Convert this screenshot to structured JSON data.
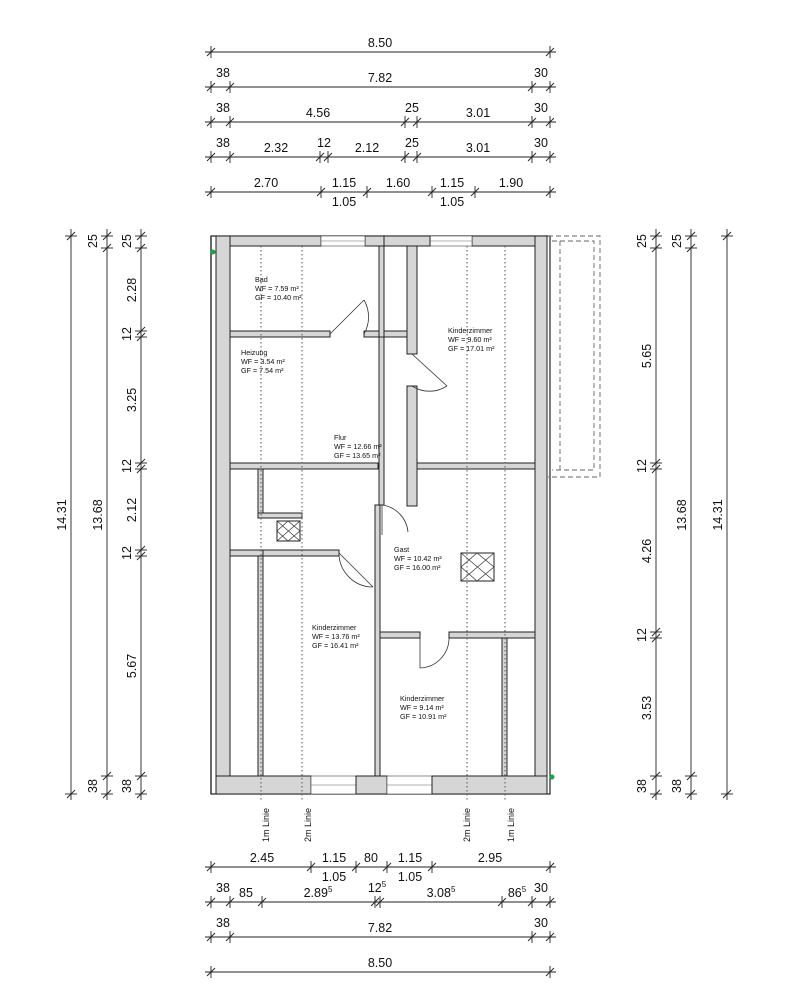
{
  "top_dims": {
    "row1": {
      "total": "8.50"
    },
    "row2": {
      "left": "38",
      "mid": "7.82",
      "right": "30"
    },
    "row3": {
      "left": "38",
      "a": "4.56",
      "b": "25",
      "c": "3.01",
      "right": "30"
    },
    "row4": {
      "left": "38",
      "a": "2.32",
      "b": "12",
      "c": "2.12",
      "d": "25",
      "e": "3.01",
      "right": "30"
    },
    "row5": {
      "a": "2.70",
      "b": "1.15",
      "c": "1.60",
      "d": "1.15",
      "e": "1.90",
      "f": "1.05",
      "g": "1.05"
    }
  },
  "left_dims": {
    "total": "14.31",
    "inner": "13.68",
    "top_a": "25",
    "top_b": "25",
    "seg1": "2.28",
    "w1": "12",
    "seg2": "3.25",
    "w2": "12",
    "seg3": "2.12",
    "w3": "12",
    "seg4": "5.67",
    "bot_a": "38",
    "bot_b": "38"
  },
  "right_dims": {
    "total": "14.31",
    "inner": "13.68",
    "top_a": "25",
    "top_b": "25",
    "seg1": "5.65",
    "w1": "12",
    "seg2": "4.26",
    "w2": "12",
    "seg3": "3.53",
    "bot_a": "38",
    "bot_b": "38"
  },
  "bottom_dims": {
    "row1": {
      "a": "2.45",
      "b": "1.15",
      "c": "80",
      "d": "1.15",
      "e": "2.95",
      "f": "1.05",
      "g": "1.05"
    },
    "row2": {
      "left": "38",
      "a": "85",
      "b": "2.89",
      "b_sup": "5",
      "c": "12",
      "c_sup": "5",
      "d": "3.08",
      "d_sup": "5",
      "e": "86",
      "e_sup": "5",
      "right": "30"
    },
    "row3": {
      "left": "38",
      "mid": "7.82",
      "right": "30"
    },
    "row4": {
      "total": "8.50"
    }
  },
  "rooms": {
    "bad": {
      "name": "Bad",
      "wf": "WF =   7.59 m²",
      "gf": "GF = 10.40 m²"
    },
    "heizung": {
      "name": "Heizung",
      "wf": "WF =   3.54 m²",
      "gf": "GF =   7.54 m²"
    },
    "flur": {
      "name": "Flur",
      "wf": "WF = 12.66 m²",
      "gf": "GF = 13.65 m²"
    },
    "kinder1": {
      "name": "Kinderzimmer",
      "wf": "WF =   9.60 m²",
      "gf": "GF = 17.01 m²"
    },
    "gast": {
      "name": "Gast",
      "wf": "WF = 10.42 m²",
      "gf": "GF = 16.00 m²"
    },
    "kinder2": {
      "name": "Kinderzimmer",
      "wf": "WF = 13.76 m²",
      "gf": "GF = 16.41 m²"
    },
    "kinder3": {
      "name": "Kinderzimmer",
      "wf": "WF =   9.14 m²",
      "gf": "GF = 10.91 m²"
    }
  },
  "lines": {
    "l1": "1m Linie",
    "l2": "2m Linie",
    "l3": "2m Linie",
    "l4": "1m Linie"
  }
}
